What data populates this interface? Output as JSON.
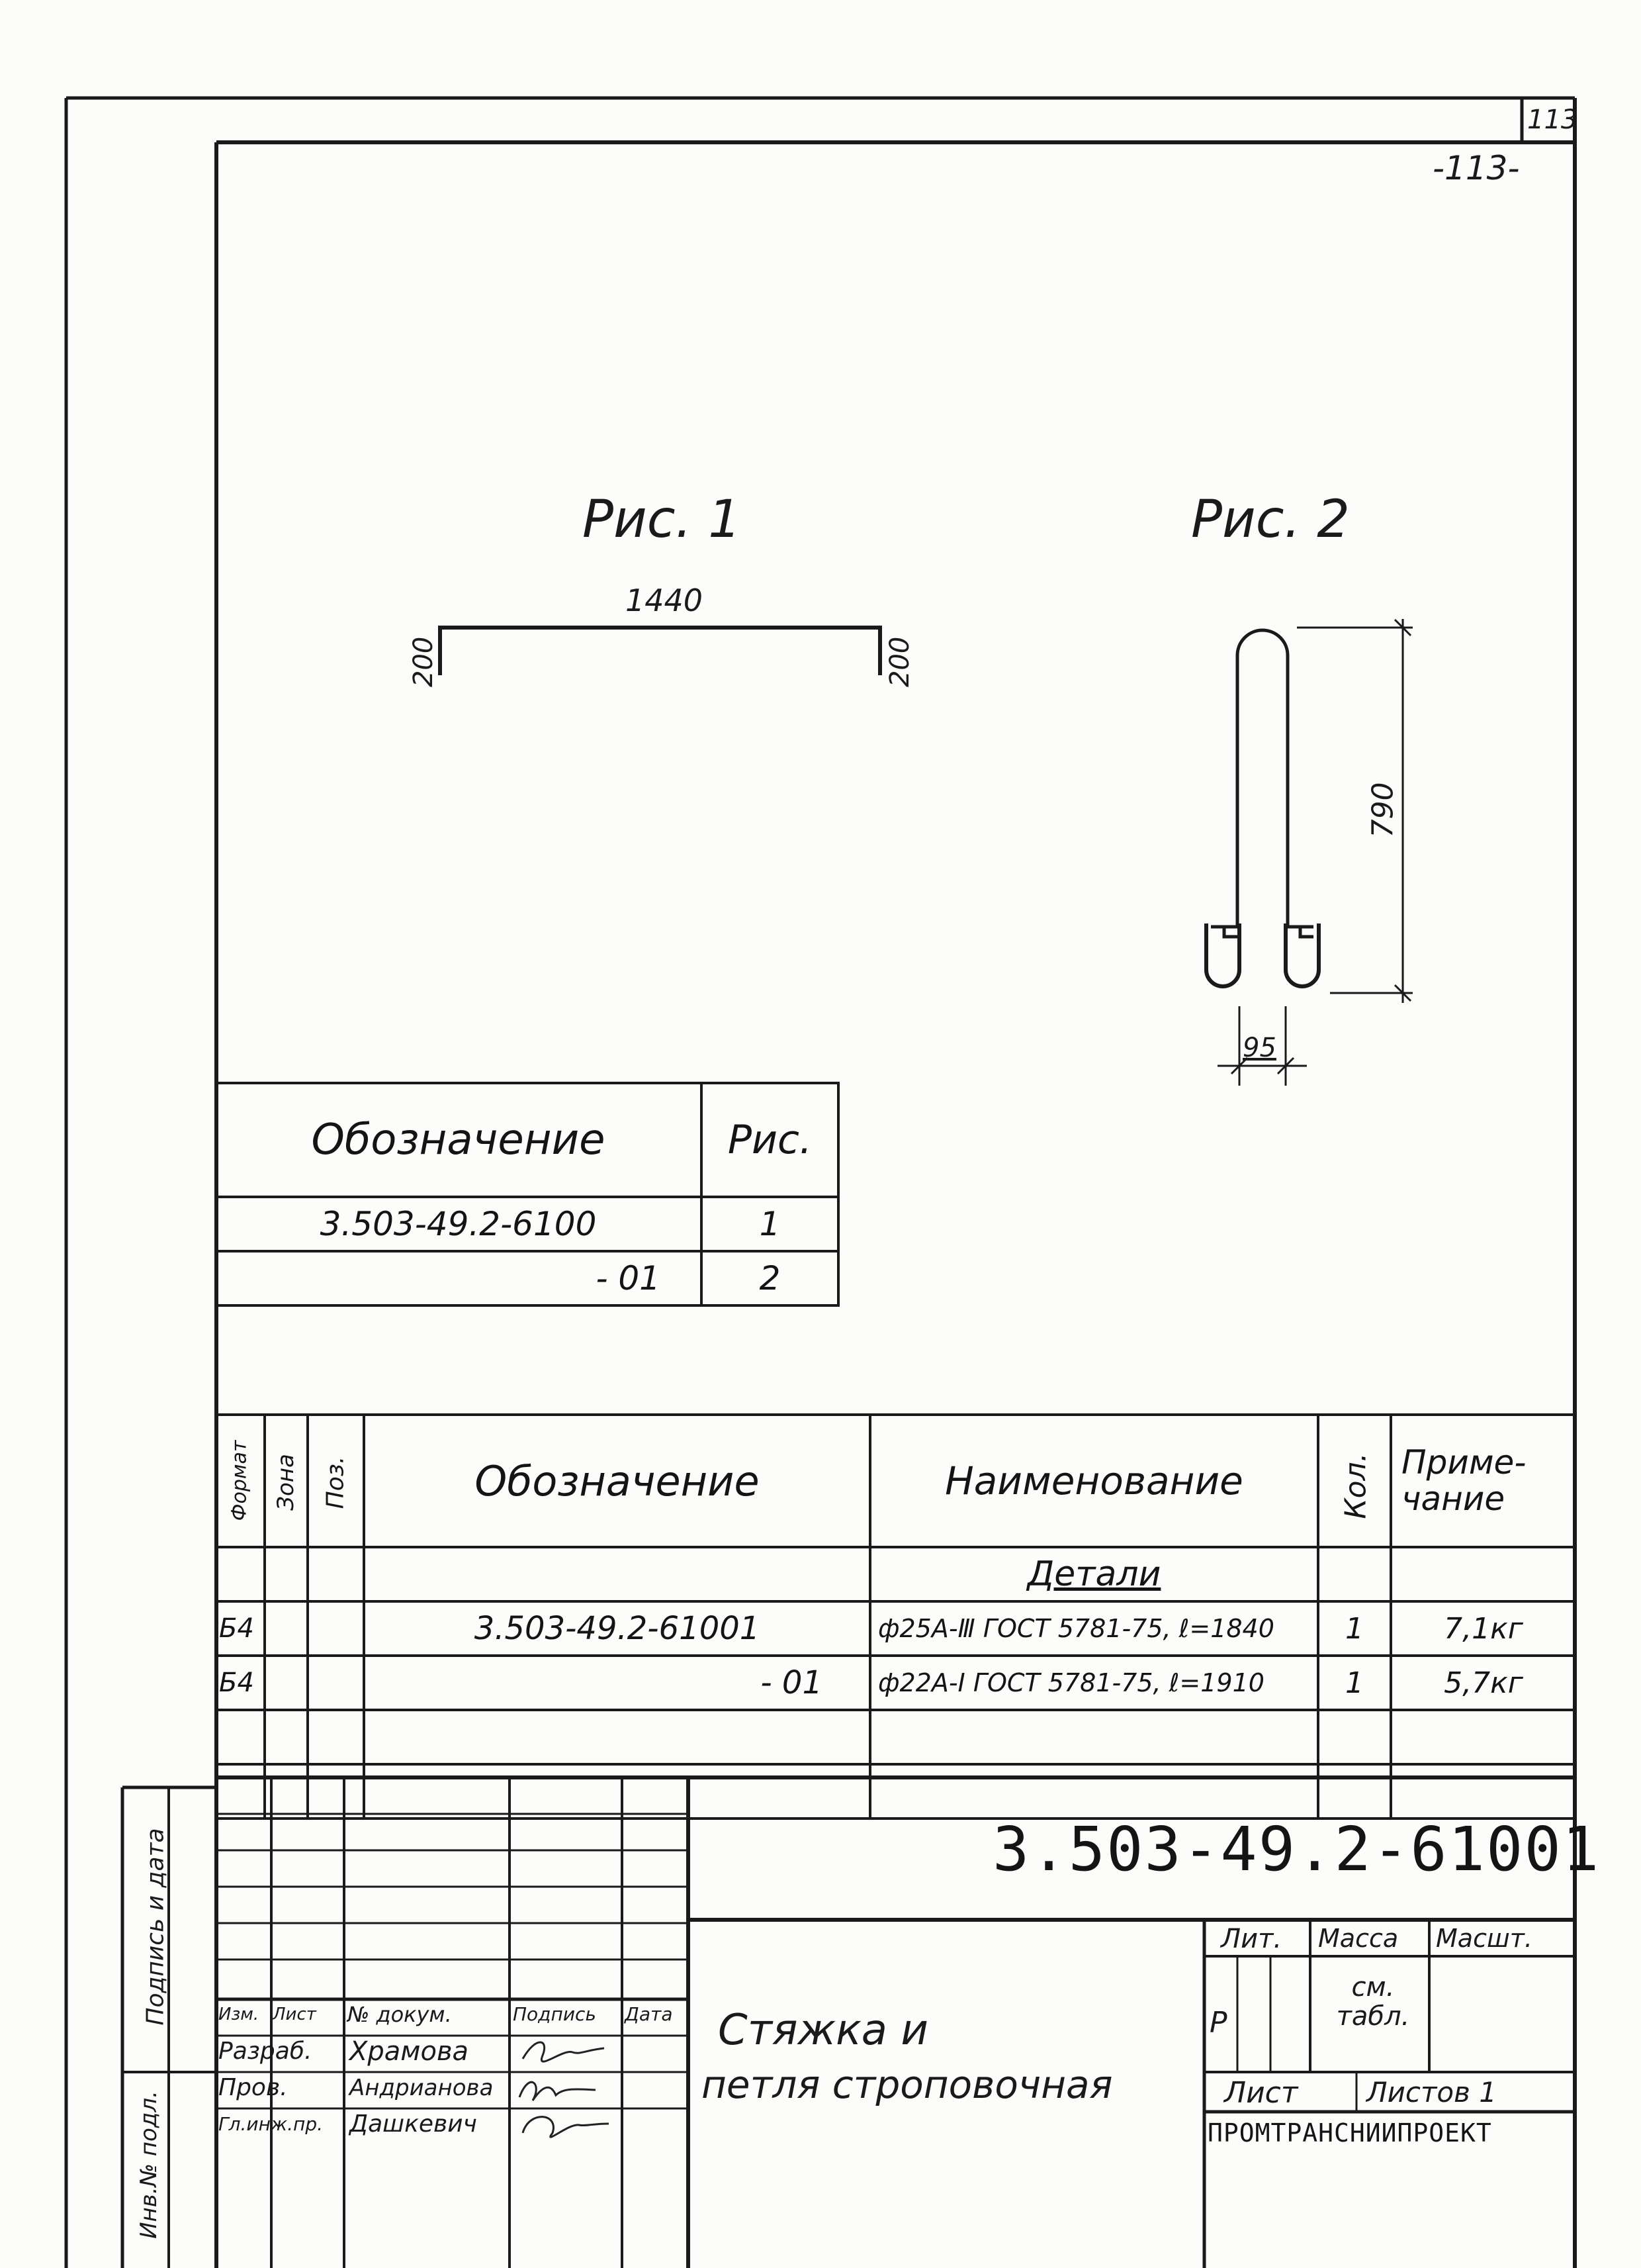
{
  "sheet": {
    "corner_number": "113",
    "page_number": "-113-"
  },
  "figures": {
    "fig1": {
      "caption": "Рис. 1",
      "length": "1440",
      "leg_left": "200",
      "leg_right": "200"
    },
    "fig2": {
      "caption": "Рис. 2",
      "height": "790",
      "width": "95"
    }
  },
  "variants_table": {
    "headers": [
      "Обозначение",
      "Рис."
    ],
    "rows": [
      [
        "3.503-49.2-6100",
        "1"
      ],
      [
        "- 01",
        "2"
      ]
    ]
  },
  "spec_table": {
    "headers": {
      "format": "Формат",
      "zone": "Зона",
      "pos": "Поз.",
      "designation": "Обозначение",
      "name": "Наименование",
      "qty": "Кол.",
      "note": "Приме-\nчание"
    },
    "section": "Детали",
    "rows": [
      {
        "format": "Б4",
        "designation": "3.503-49.2-61001",
        "name": "ф25А-Ⅲ ГОСТ 5781-75, ℓ=1840",
        "qty": "1",
        "note": "7,1кг"
      },
      {
        "format": "Б4",
        "designation": "- 01",
        "name": "ф22А-Ⅰ ГОСТ 5781-75, ℓ=1910",
        "qty": "1",
        "note": "5,7кг"
      }
    ]
  },
  "title_block": {
    "doc_number": "3.503-49.2-61001",
    "title_line1": "Стяжка и",
    "title_line2": "петля строповочная",
    "headers": {
      "izm": "Изм.",
      "list": "Лист",
      "doc": "№ докум.",
      "sign": "Подпись",
      "date": "Дата"
    },
    "people": [
      {
        "role": "Разраб.",
        "name": "Храмова"
      },
      {
        "role": "Пров.",
        "name": "Андрианова"
      },
      {
        "role": "Гл.инж.пр.",
        "name": "Дашкевич"
      }
    ],
    "lit_label": "Лит.",
    "mass_label": "Масса",
    "scale_label": "Масшт.",
    "lit_value": "Р",
    "mass_value": "см. табл.",
    "sheet_label": "Лист",
    "sheets_label": "Листов 1",
    "organization": "ПРОМТРАНСНИИПРОЕКТ"
  },
  "margin": {
    "sign_date": "Подпись и дата",
    "inv_no": "Инв.№ подл."
  }
}
